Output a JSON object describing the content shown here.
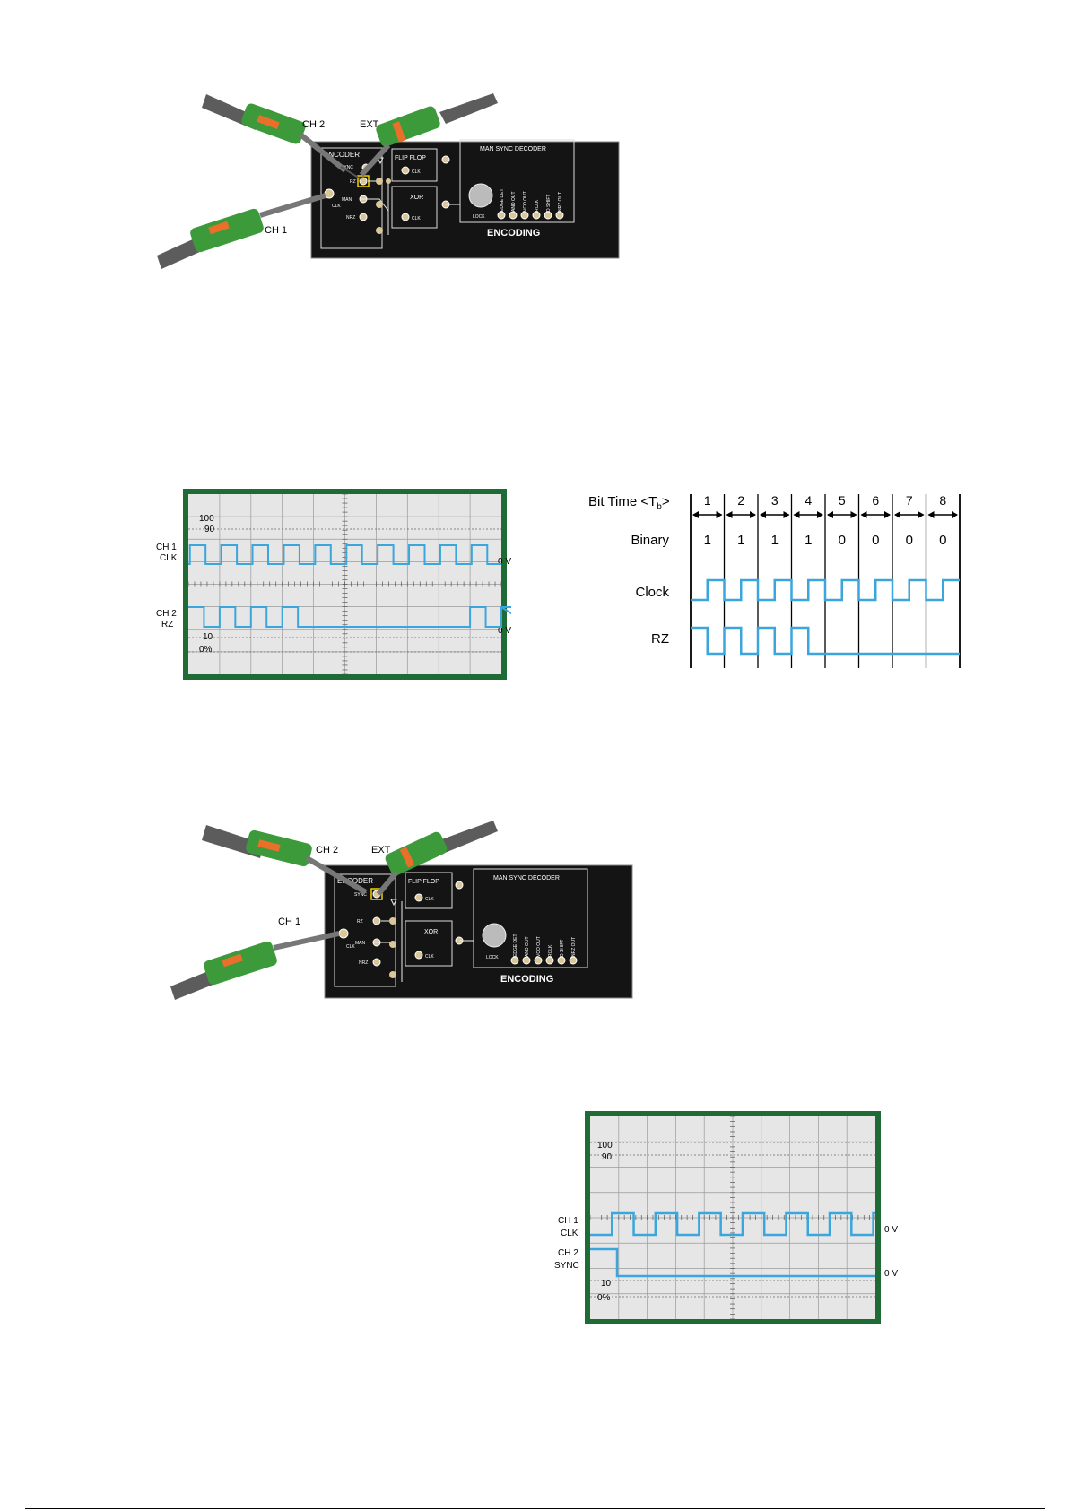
{
  "board1": {
    "probe_ch2_label": "CH 2",
    "probe_ext_label": "EXT",
    "probe_ch1_label": "CH 1",
    "encoder_title": "ENCODER",
    "encoder_sync": "SYNC",
    "encoder_rz": "RZ",
    "encoder_man": "MAN",
    "encoder_nrz": "NRZ",
    "encoder_clk": "CLK",
    "flipflop_title": "FLIP FLOP",
    "flipflop_clk": "CLK",
    "xor_title": "XOR",
    "xor_clk": "CLK",
    "decoder_title": "MAN SYNC DECODER",
    "decoder_lock": "LOCK",
    "decoder_outputs": [
      "EDGE DET",
      "AND OUT",
      "VCO OUT",
      "RCLK",
      "D SHIFT",
      "NRZ OUT"
    ],
    "footer": "ENCODING"
  },
  "scope1": {
    "labels": {
      "l100": "100",
      "l90": "90",
      "l10": "10",
      "l0": "0%"
    },
    "ch1_label_1": "CH 1",
    "ch1_label_2": "CLK",
    "ch2_label_1": "CH 2",
    "ch2_label_2": "RZ",
    "ch1_zero": "0 V",
    "ch2_zero": "0 V",
    "ch1_clk_cycles": 10,
    "ch2_rz_pattern": [
      1,
      1,
      1,
      1,
      0,
      0,
      0,
      0,
      0,
      1,
      1
    ]
  },
  "timing": {
    "bit_time_label": "Bit Time <T",
    "bit_time_sub": "b",
    "bit_time_close": ">",
    "bit_numbers": [
      "1",
      "2",
      "3",
      "4",
      "5",
      "6",
      "7",
      "8"
    ],
    "binary_label": "Binary",
    "binary_values": [
      "1",
      "1",
      "1",
      "1",
      "0",
      "0",
      "0",
      "0"
    ],
    "clock_label": "Clock",
    "rz_label": "RZ"
  },
  "board2": {
    "probe_ch2_label": "CH 2",
    "probe_ext_label": "EXT",
    "probe_ch1_label": "CH 1",
    "encoder_title": "ENCODER",
    "encoder_sync": "SYNC",
    "encoder_rz": "RZ",
    "encoder_man": "MAN",
    "encoder_nrz": "NRZ",
    "encoder_clk": "CLK",
    "flipflop_title": "FLIP FLOP",
    "flipflop_clk": "CLK",
    "xor_title": "XOR",
    "xor_clk": "CLK",
    "decoder_title": "MAN SYNC DECODER",
    "decoder_lock": "LOCK",
    "decoder_outputs": [
      "EDGE DET",
      "AND OUT",
      "VCO OUT",
      "RCLK",
      "D SHIFT",
      "NRZ OUT"
    ],
    "footer": "ENCODING"
  },
  "scope2": {
    "labels": {
      "l100": "100",
      "l90": "90",
      "l10": "10",
      "l0": "0%"
    },
    "ch1_label_1": "CH 1",
    "ch1_label_2": "CLK",
    "ch2_label_1": "CH 2",
    "ch2_label_2": "SYNC",
    "ch1_zero": "0 V",
    "ch2_zero": "0 V",
    "ch1_clk_cycles": 6
  },
  "colors": {
    "trace": "#3aa6dc",
    "scope_frame": "#1f6b35",
    "scope_bg": "#e6e6e6",
    "board_bg": "#141414",
    "probe_green": "#3d9a3b",
    "probe_grey": "#5c5c5c"
  }
}
